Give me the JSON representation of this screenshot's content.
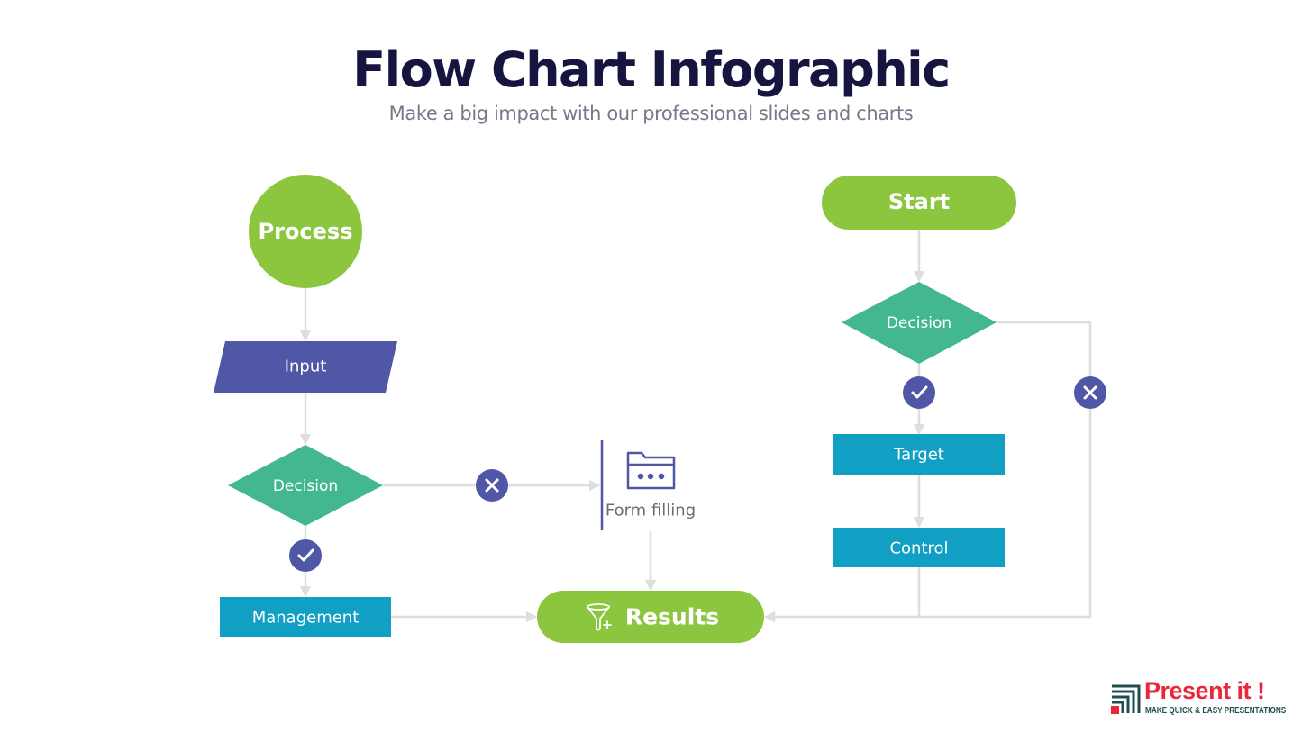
{
  "header": {
    "title": "Flow Chart Infographic",
    "subtitle": "Make a big impact with our professional slides and charts"
  },
  "colors": {
    "green": "#8cc63f",
    "teal": "#43b88f",
    "indigo": "#4f57a6",
    "cyan": "#119fc3",
    "connector": "#dedede",
    "title": "#15153f",
    "subtitle": "#77788a",
    "form_text": "#6b6b78",
    "brand_red": "#e8283a",
    "brand_dark": "#1f4e4e"
  },
  "left_flow": {
    "process": "Process",
    "input": "Input",
    "decision": "Decision",
    "yes_icon": "check-icon",
    "no_icon": "close-icon",
    "management": "Management",
    "form_filling": "Form filling",
    "form_icon": "folder-icon"
  },
  "results": {
    "label": "Results",
    "icon": "funnel-plus-icon"
  },
  "right_flow": {
    "start": "Start",
    "decision": "Decision",
    "yes_icon": "check-icon",
    "no_icon": "close-icon",
    "target": "Target",
    "control": "Control"
  },
  "branding": {
    "name": "Present it !",
    "tagline": "MAKE QUICK & EASY PRESENTATIONS"
  }
}
